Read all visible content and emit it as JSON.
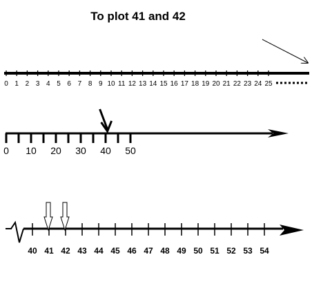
{
  "title": "To plot 41 and 42",
  "line1": {
    "labels": [
      "0",
      "1",
      "2",
      "3",
      "4",
      "5",
      "6",
      "7",
      "8",
      "9",
      "10",
      "11",
      "12",
      "13",
      "14",
      "15",
      "16",
      "17",
      "18",
      "19",
      "20",
      "21",
      "22",
      "23",
      "24",
      "25"
    ]
  },
  "line2": {
    "labels": [
      "0",
      "10",
      "20",
      "30",
      "40",
      "50"
    ],
    "marked_value": 41
  },
  "line3": {
    "labels": [
      "40",
      "41",
      "42",
      "43",
      "44",
      "45",
      "46",
      "47",
      "48",
      "49",
      "50",
      "51",
      "52",
      "53",
      "54"
    ],
    "marked_values": [
      41,
      42
    ]
  }
}
